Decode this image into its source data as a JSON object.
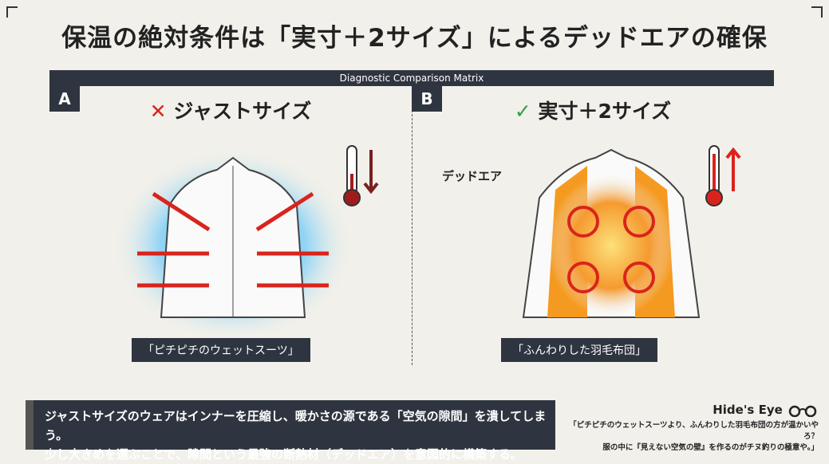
{
  "title": "保温の絶対条件は「実寸＋2サイズ」によるデッドエアの確保",
  "matrix_label": "Diagnostic Comparison Matrix",
  "panel_a": {
    "badge": "A",
    "mark": "✕",
    "title": "ジャストサイズ",
    "caption": "「ピチピチのウェットスーツ」",
    "thermometer": "down"
  },
  "panel_b": {
    "badge": "B",
    "mark": "✓",
    "title": "実寸＋2サイズ",
    "label": "デッドエア",
    "caption": "「ふんわりした羽毛布団」",
    "thermometer": "up"
  },
  "summary": [
    "ジャストサイズのウェアはインナーを圧縮し、暖かさの源である「空気の隙間」を潰してしまう。",
    "少し大きめを選ぶことで、隙間という最強の断熱材（デッドエア）を意図的に構築する。"
  ],
  "hides_eye": {
    "title": "Hide's Eye",
    "lines": [
      "「ピチピチのウェットスーツより、ふんわりした羽毛布団の方が温かいやろ？",
      "服の中に『見えない空気の壁』を作るのがチヌ釣りの極意や。」"
    ]
  },
  "colors": {
    "dark": "#2f3540",
    "red": "#d9241c",
    "green": "#2ea043",
    "cold": "#8fd3f5",
    "warm": "#f5a020"
  }
}
